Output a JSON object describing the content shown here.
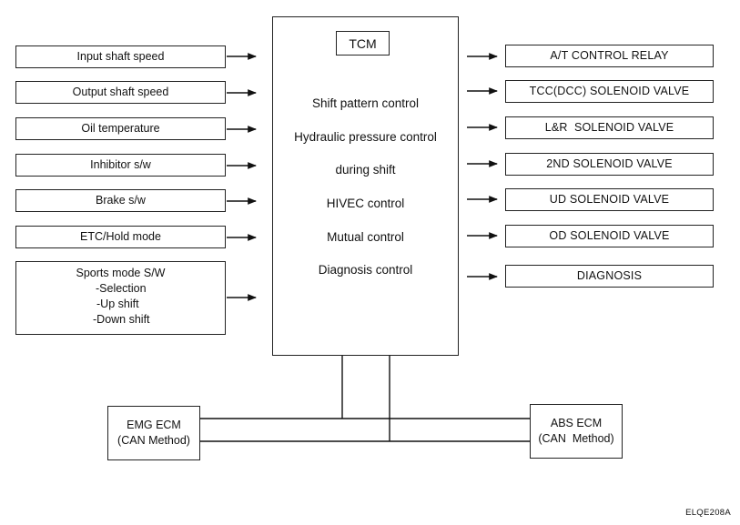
{
  "inputs": [
    "Input shaft speed",
    "Output shaft speed",
    "Oil temperature",
    "Inhibitor s/w",
    "Brake s/w",
    "ETC/Hold mode"
  ],
  "sports_mode": {
    "title": "Sports mode S/W",
    "items": [
      "-Selection",
      "-Up shift",
      "-Down shift"
    ]
  },
  "tcm": {
    "label": "TCM",
    "functions": [
      "Shift pattern control",
      "Hydraulic pressure control",
      "during shift",
      "HIVEC control",
      "Mutual control",
      "Diagnosis control"
    ]
  },
  "outputs": [
    "A/T CONTROL RELAY",
    "TCC(DCC) SOLENOID VALVE",
    "L&R  SOLENOID VALVE",
    "2ND SOLENOID VALVE",
    "UD SOLENOID VALVE",
    "OD SOLENOID VALVE",
    "DIAGNOSIS"
  ],
  "emg_ecm": {
    "line1": "EMG ECM",
    "line2": "(CAN Method)"
  },
  "abs_ecm": {
    "line1": "ABS ECM",
    "line2": "(CAN  Method)"
  },
  "footer_code": "ELQE208A"
}
